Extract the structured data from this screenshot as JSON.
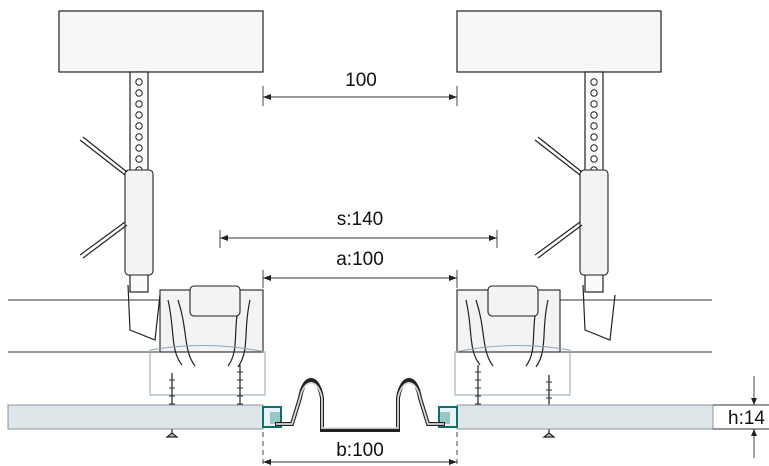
{
  "dimensions": {
    "top_gap": "100",
    "s_span": "s:140",
    "a_span": "a:100",
    "b_span": "b:100",
    "h_height": "h:14"
  },
  "colors": {
    "stroke": "#222222",
    "concrete_fill": "#f7f7f7",
    "board_fill": "#dfe6ea",
    "teal_accent": "#0f6f6f"
  }
}
